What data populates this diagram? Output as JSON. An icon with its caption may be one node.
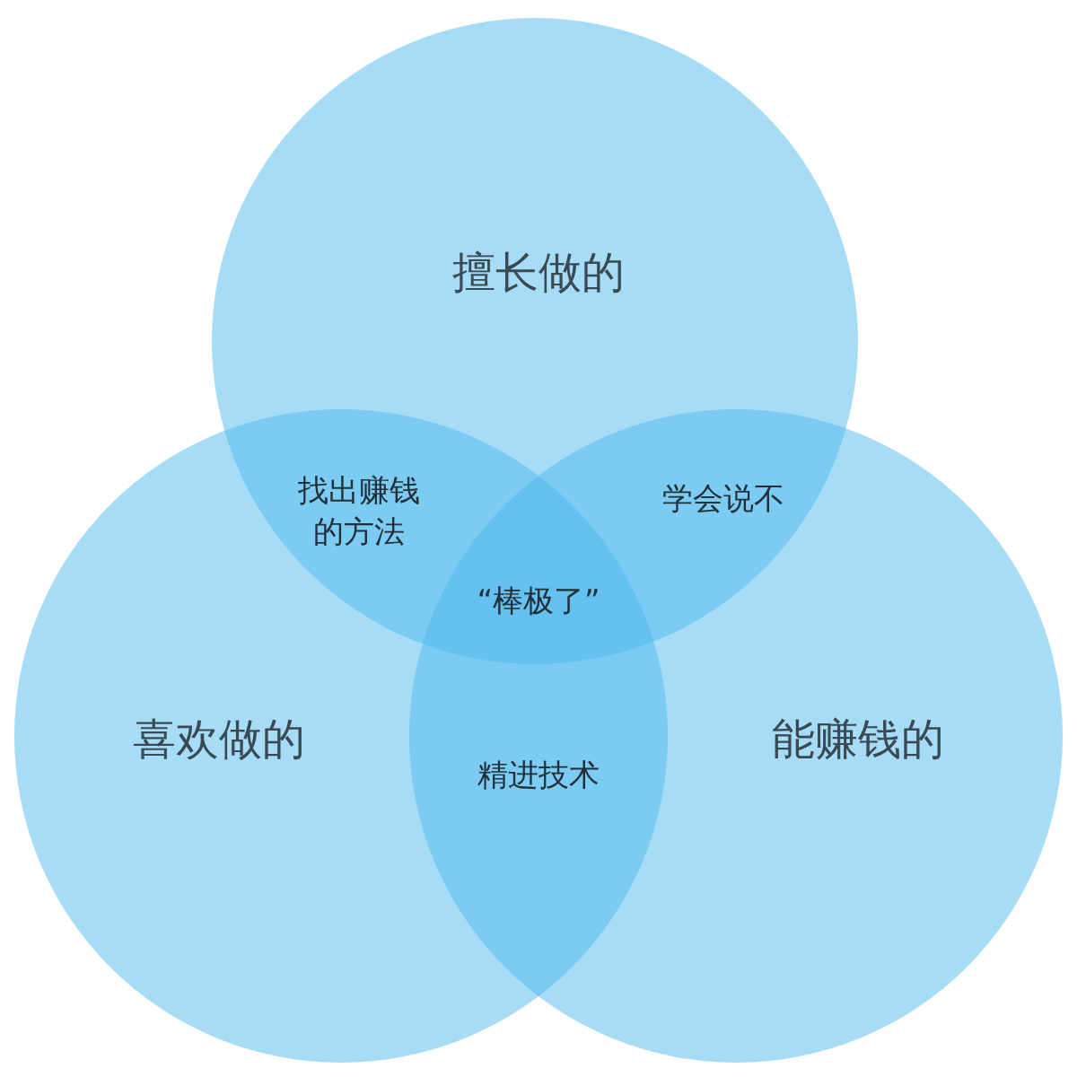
{
  "diagram": {
    "nodes": [
      {
        "text": [
          "擅长做的"
        ]
      },
      {
        "text": [
          "喜欢做的"
        ]
      },
      {
        "text": [
          "能赚钱的"
        ]
      }
    ],
    "labels": [
      "找出赚钱的方法",
      "学会说不",
      "“棒极了”",
      "精进技术"
    ]
  }
}
